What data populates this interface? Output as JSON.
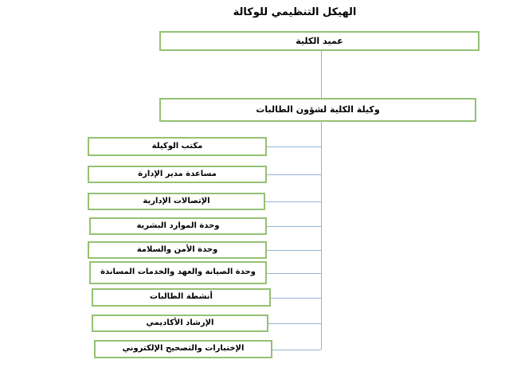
{
  "title": "الهيكل التنظيمي للوكالة",
  "org": {
    "root": {
      "label": "عميد الكلية"
    },
    "deputy": {
      "label": "وكيلة الكلية لشؤون الطالبات"
    },
    "units": [
      {
        "label": "مكتب الوكيلة"
      },
      {
        "label": "مساعدة مدير الإدارة"
      },
      {
        "label": "الإتصالات الإدارية"
      },
      {
        "label": "وحدة الموارد البشرية"
      },
      {
        "label": "وحدة الأمن والسلامة"
      },
      {
        "label": "وحدة الصيانة والعهد والخدمات المساندة"
      },
      {
        "label": "أنشطة الطالبات"
      },
      {
        "label": "الإرشاد الأكاديمي"
      },
      {
        "label": "الإختبارات والتصحيح الإلكتروني"
      }
    ]
  },
  "colors": {
    "box_border": "#94c173",
    "connector_line": "#95b3d7",
    "text": "#000000",
    "background": "#ffffff"
  }
}
